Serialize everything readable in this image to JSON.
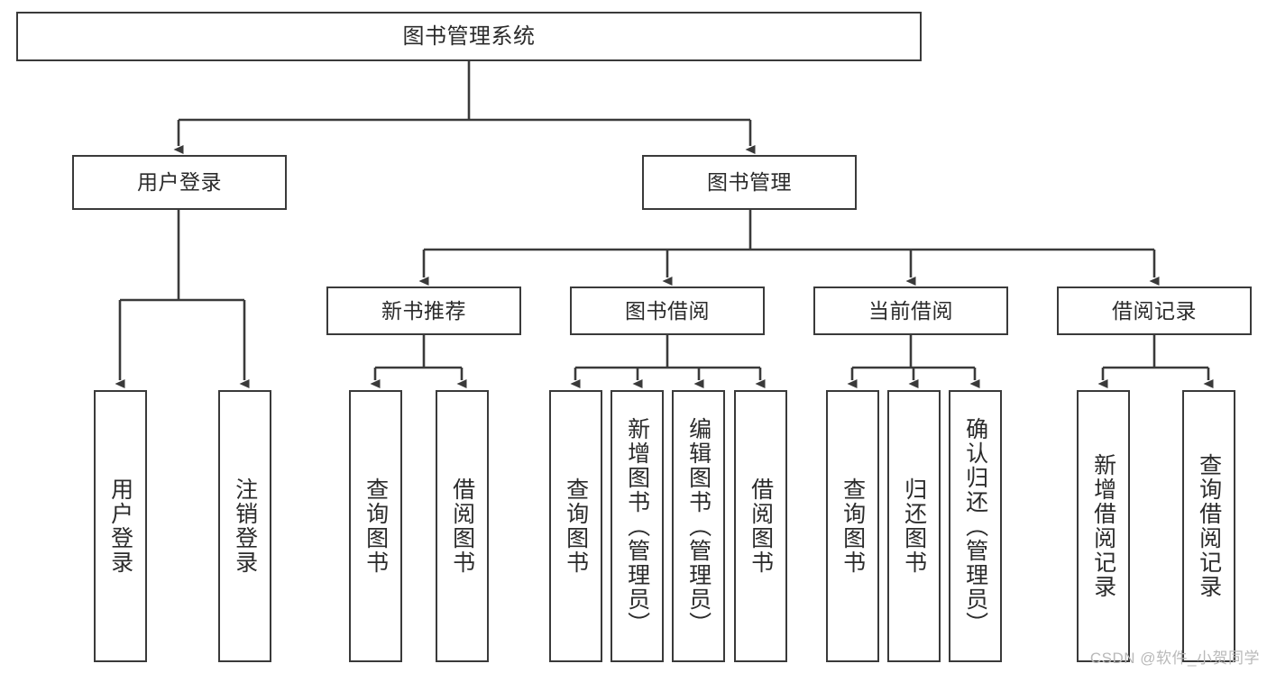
{
  "diagram": {
    "title": "图书管理系统",
    "type": "tree",
    "root": {
      "label": "图书管理系统"
    },
    "level1": [
      {
        "label": "用户登录"
      },
      {
        "label": "图书管理"
      }
    ],
    "level2": [
      {
        "label": "新书推荐"
      },
      {
        "label": "图书借阅"
      },
      {
        "label": "当前借阅"
      },
      {
        "label": "借阅记录"
      }
    ],
    "leaves": {
      "user_login": [
        {
          "label": "用户登录"
        },
        {
          "label": "注销登录"
        }
      ],
      "new_book_recommend": [
        {
          "label": "查询图书"
        },
        {
          "label": "借阅图书"
        }
      ],
      "book_borrow": [
        {
          "label": "查询图书"
        },
        {
          "label": "新增图书（管理员）"
        },
        {
          "label": "编辑图书（管理员）"
        },
        {
          "label": "借阅图书"
        }
      ],
      "current_borrow": [
        {
          "label": "查询图书"
        },
        {
          "label": "归还图书"
        },
        {
          "label": "确认归还（管理员）"
        }
      ],
      "borrow_record": [
        {
          "label": "新增借阅记录"
        },
        {
          "label": "查询借阅记录"
        }
      ]
    }
  },
  "watermark": {
    "text": "CSDN @软件_小贺同学"
  },
  "colors": {
    "stroke": "#3a3a3a",
    "text": "#2b2b2b",
    "background": "#ffffff",
    "watermark": "#b9b9b9"
  }
}
